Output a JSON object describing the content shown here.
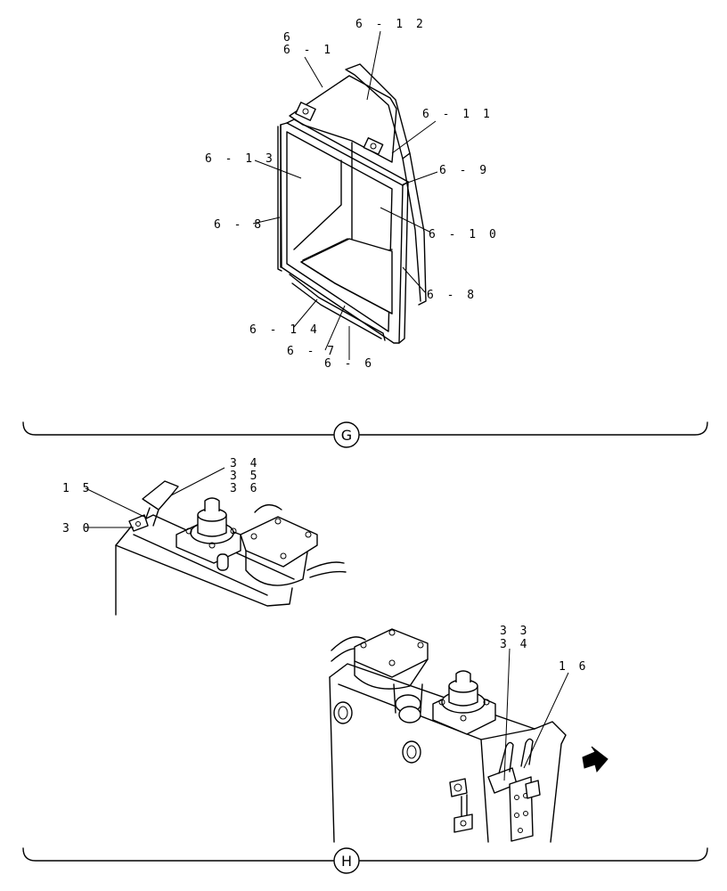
{
  "sections": {
    "g": {
      "letter": "G"
    },
    "h": {
      "letter": "H"
    }
  },
  "callouts": {
    "p6": "6",
    "p6_1": "6 - 1",
    "p6_12": "6 - 1 2",
    "p6_11": "6 - 1 1",
    "p6_9": "6 - 9",
    "p6_13": "6 - 1 3",
    "p6_10": "6 - 1 0",
    "p6_8a": "6 - 8",
    "p6_8b": "6 - 8",
    "p6_14": "6 - 1 4",
    "p6_7": "6 - 7",
    "p6_6": "6 - 6",
    "p15": "1 5",
    "p30": "3 0",
    "p34a": "3 4",
    "p35": "3 5",
    "p36": "3 6",
    "p33": "3 3",
    "p34b": "3 4",
    "p16": "1 6"
  },
  "icons": {
    "direction_arrow": "front-direction-arrow-icon"
  }
}
